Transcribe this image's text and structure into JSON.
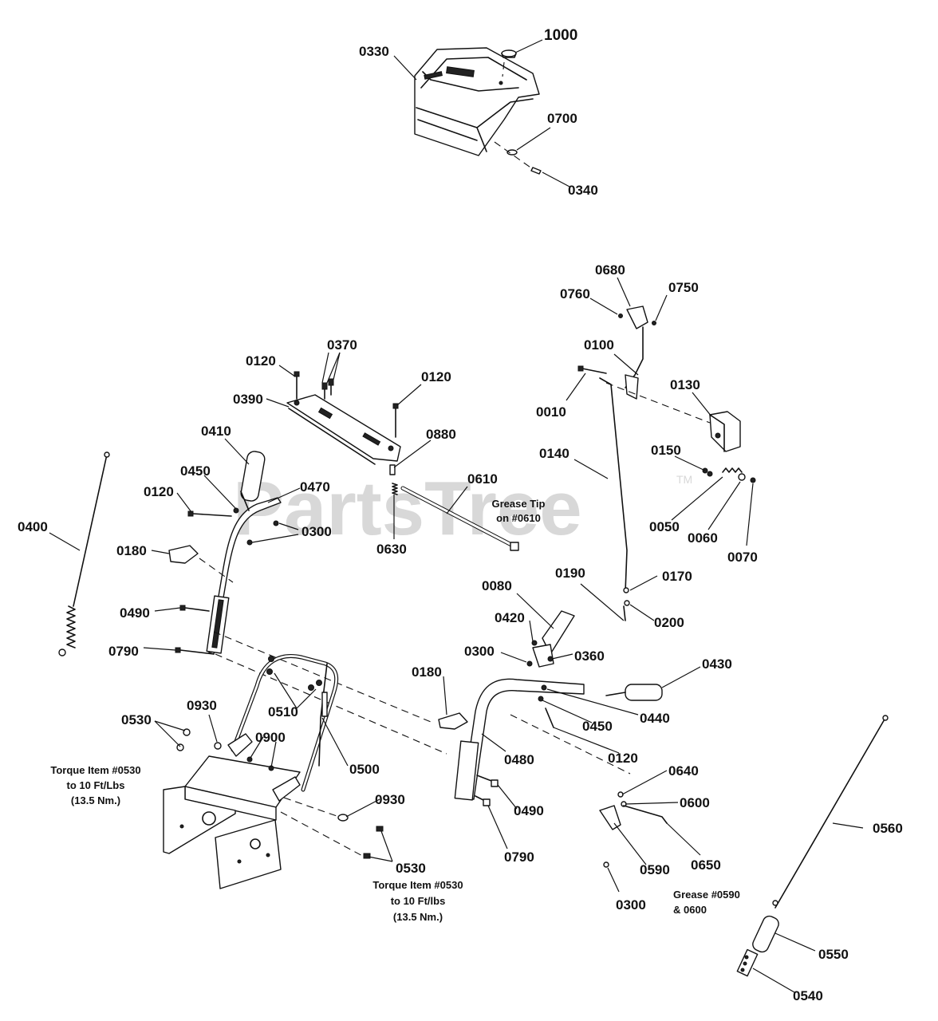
{
  "watermark": {
    "text": "PartsTree",
    "trademark": "TM"
  },
  "callouts": {
    "c1000": "1000",
    "c0330": "0330",
    "c0700": "0700",
    "c0340": "0340",
    "c0680": "0680",
    "c0760": "0760",
    "c0750": "0750",
    "c0100": "0100",
    "c0010": "0010",
    "c0130": "0130",
    "c0150": "0150",
    "c0140": "0140",
    "c0050": "0050",
    "c0060": "0060",
    "c0070": "0070",
    "c0190": "0190",
    "c0170": "0170",
    "c0200": "0200",
    "c0120a": "0120",
    "c0370": "0370",
    "c0120b": "0120",
    "c0390": "0390",
    "c0880": "0880",
    "c0410": "0410",
    "c0450a": "0450",
    "c0470": "0470",
    "c0610": "0610",
    "c0120c": "0120",
    "c0300a": "0300",
    "c0630": "0630",
    "c0400": "0400",
    "c0180a": "0180",
    "c0490a": "0490",
    "c0790a": "0790",
    "c0080": "0080",
    "c0420": "0420",
    "c0300b": "0300",
    "c0360": "0360",
    "c0430": "0430",
    "c0180b": "0180",
    "c0440": "0440",
    "c0450b": "0450",
    "c0120d": "0120",
    "c0510": "0510",
    "c0930a": "0930",
    "c0530a": "0530",
    "c0900": "0900",
    "c0500": "0500",
    "c0480": "0480",
    "c0640": "0640",
    "c0600": "0600",
    "c0490b": "0490",
    "c0930b": "0930",
    "c0790b": "0790",
    "c0650": "0650",
    "c0590": "0590",
    "c0530b": "0530",
    "c0300c": "0300",
    "c0560": "0560",
    "c0550": "0550",
    "c0540": "0540"
  },
  "notes": {
    "grease_tip": [
      "Grease Tip",
      "on #0610"
    ],
    "torque_left": [
      "Torque Item #0530",
      "to 10 Ft/Lbs",
      "(13.5 Nm.)"
    ],
    "torque_bottom": [
      "Torque Item #0530",
      "to 10 Ft/lbs",
      "(13.5 Nm.)"
    ],
    "grease_0590": [
      "Grease #0590",
      "& 0600"
    ]
  }
}
